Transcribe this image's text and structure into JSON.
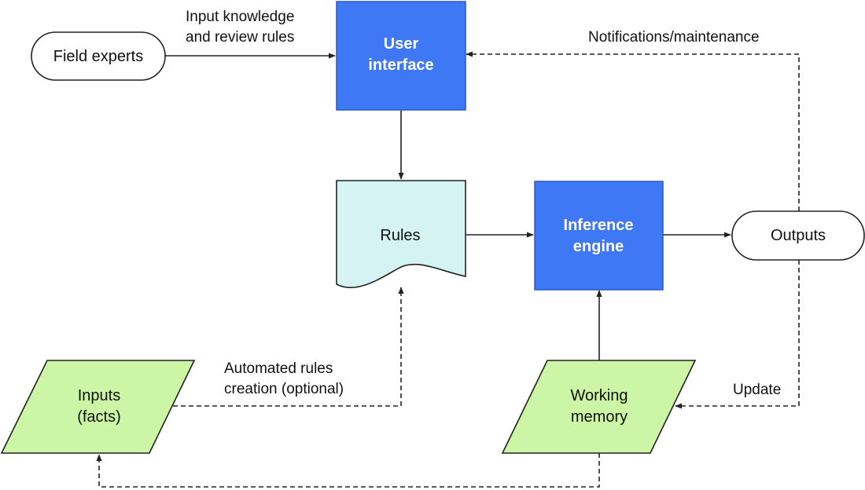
{
  "colors": {
    "blue_box": "#3f78f5",
    "blue_box_stroke": "#2b57c4",
    "doc_fill": "#d6f3f4",
    "green_fill": "#ccf5a6",
    "terminal_fill": "#ffffff",
    "line": "#222222"
  },
  "nodes": {
    "field_experts": {
      "label": "Field experts",
      "shape": "terminator"
    },
    "user_interface": {
      "label_lines": [
        "User",
        "interface"
      ],
      "shape": "process"
    },
    "rules": {
      "label": "Rules",
      "shape": "document"
    },
    "inference_engine": {
      "label_lines": [
        "Inference",
        "engine"
      ],
      "shape": "process"
    },
    "outputs": {
      "label": "Outputs",
      "shape": "terminator"
    },
    "inputs": {
      "label_lines": [
        "Inputs",
        "(facts)"
      ],
      "shape": "data"
    },
    "working_memory": {
      "label_lines": [
        "Working",
        "memory"
      ],
      "shape": "data"
    }
  },
  "edges": {
    "input_knowledge": {
      "label_lines": [
        "Input knowledge",
        "and review rules"
      ],
      "style": "solid"
    },
    "ui_to_rules": {
      "style": "solid"
    },
    "rules_to_engine": {
      "style": "solid"
    },
    "engine_to_outputs": {
      "style": "solid"
    },
    "memory_to_engine": {
      "style": "solid"
    },
    "notifications": {
      "label": "Notifications/maintenance",
      "style": "dashed"
    },
    "update": {
      "label": "Update",
      "style": "dashed"
    },
    "automated_rules": {
      "label_lines": [
        "Automated rules",
        "creation (optional)"
      ],
      "style": "dashed"
    },
    "memory_to_inputs": {
      "style": "dashed"
    }
  }
}
